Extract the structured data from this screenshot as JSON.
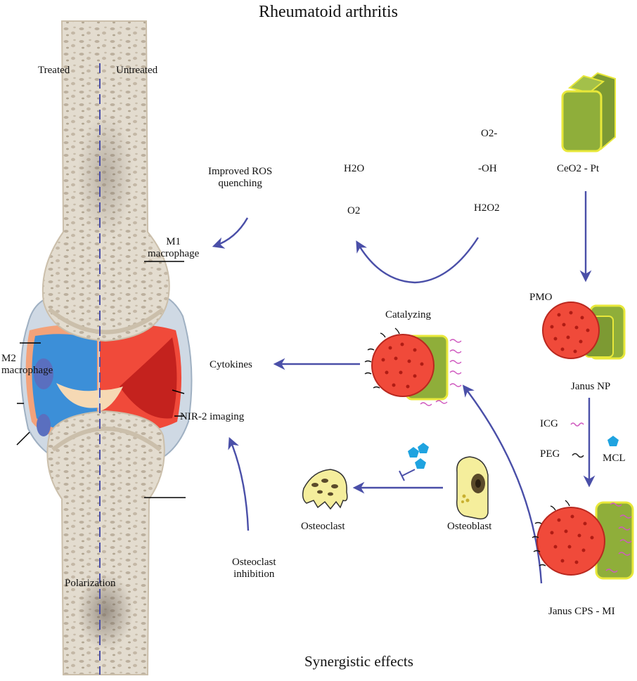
{
  "title": "Rheumatoid arthritis",
  "footer": "Synergistic effects",
  "joint": {
    "treated_label": "Treated",
    "untreated_label": "Untreated",
    "m1_label": "M1\nmacrophage",
    "m2_label": "M2\nmacrophage",
    "nir_label": "NIR-2 imaging",
    "polarization_label": "Polarization"
  },
  "ros": {
    "improved_label": "Improved ROS\nquenching",
    "h2o": "H2O",
    "o2": "O2",
    "o2_minus": "O2-",
    "oh": "-OH",
    "h2o2": "H2O2"
  },
  "synthesis": {
    "ceo2_pt": "CeO2 - Pt",
    "pmo": "PMO",
    "janus_np": "Janus NP",
    "icg": "ICG",
    "peg": "PEG",
    "mcl": "MCL",
    "janus_cps_mi": "Janus CPS - MI"
  },
  "effects": {
    "catalyzing": "Catalyzing",
    "cytokines": "Cytokines",
    "osteoclast": "Osteoclast",
    "osteoblast": "Osteoblast",
    "osteoclast_inhibition": "Osteoclast\ninhibition"
  },
  "colors": {
    "arrow": "#4a4fa8",
    "bone": "#ddd5c6",
    "bone_pore": "#b9ae9c",
    "red_core": "#f04a3a",
    "green_cube": "#8fae3a",
    "cube_outline": "#e8e83a",
    "icg": "#d05ac0",
    "mcl": "#1fa3e0",
    "inflamed": "#e8302a",
    "treated_blue": "#3c8fd8"
  }
}
